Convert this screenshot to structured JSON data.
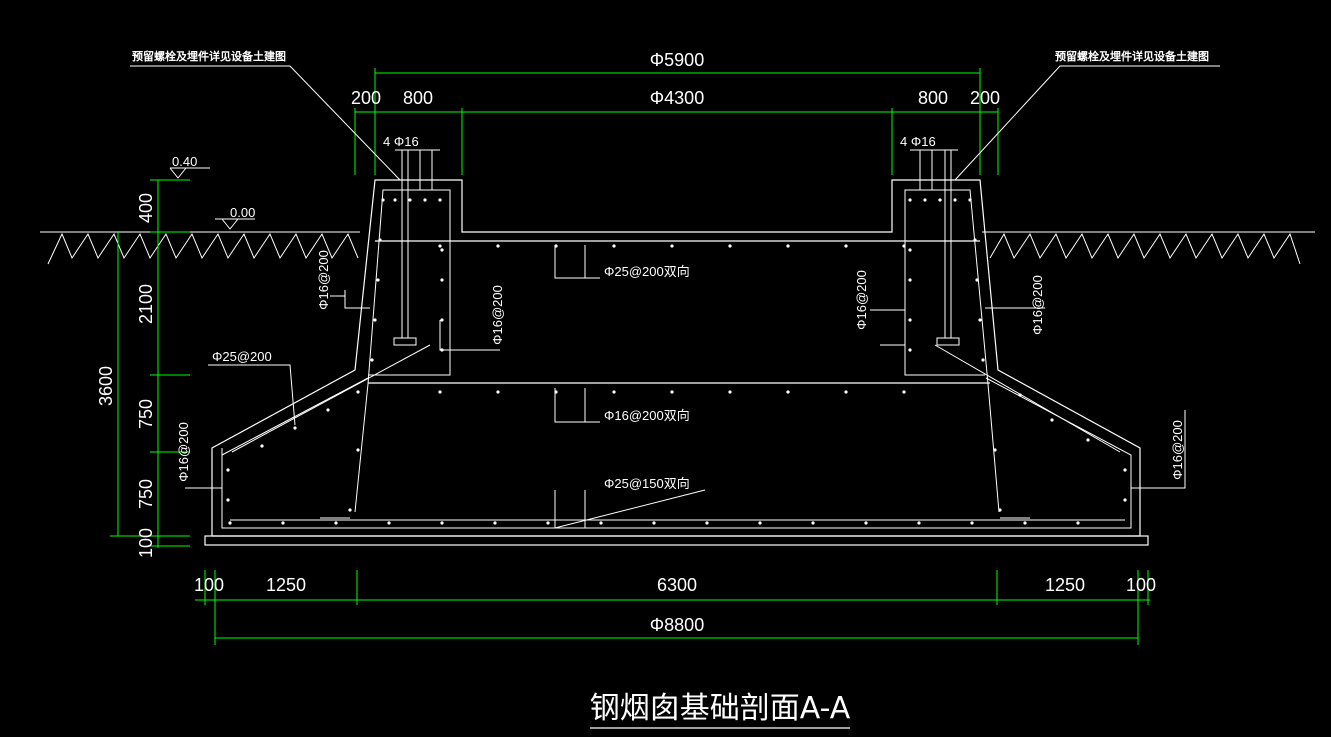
{
  "drawing": {
    "title": "钢烟囱基础剖面A-A",
    "notes": {
      "left": "预留螺栓及埋件详见设备土建图",
      "right": "预留螺栓及埋件详见设备土建图"
    },
    "top_dims": {
      "outer_dia": "Φ5900",
      "inner_dia": "Φ4300",
      "left_200": "200",
      "left_800": "800",
      "right_800": "800",
      "right_200": "200"
    },
    "bottom_dims": {
      "left_100": "100",
      "left_1250": "1250",
      "middle_6300": "6300",
      "right_1250": "1250",
      "right_100": "100",
      "overall_dia": "Φ8800"
    },
    "left_dims": {
      "d400": "400",
      "d2100": "2100",
      "d750a": "750",
      "d750b": "750",
      "d100": "100",
      "total_3600": "3600"
    },
    "elevations": {
      "top": "0.40",
      "ground": "0.00"
    },
    "rebar_labels": {
      "bolts_left": "4 Φ16",
      "bolts_right": "4 Φ16",
      "top_mesh": "Φ25@200双向",
      "mid_mesh": "Φ16@200双向",
      "bottom_mesh": "Φ25@150双向",
      "slope_bar": "Φ25@200",
      "stirrup_left_upper": "Φ16@200",
      "stirrup_left_inner": "Φ16@200",
      "stirrup_left_lower": "Φ16@200",
      "stirrup_right_inner": "Φ16@200",
      "stirrup_right_upper": "Φ16@200",
      "stirrup_right_lower": "Φ16@200"
    },
    "colors": {
      "background": "#000000",
      "outline": "#ffffff",
      "dimension": "#00ff00"
    }
  }
}
